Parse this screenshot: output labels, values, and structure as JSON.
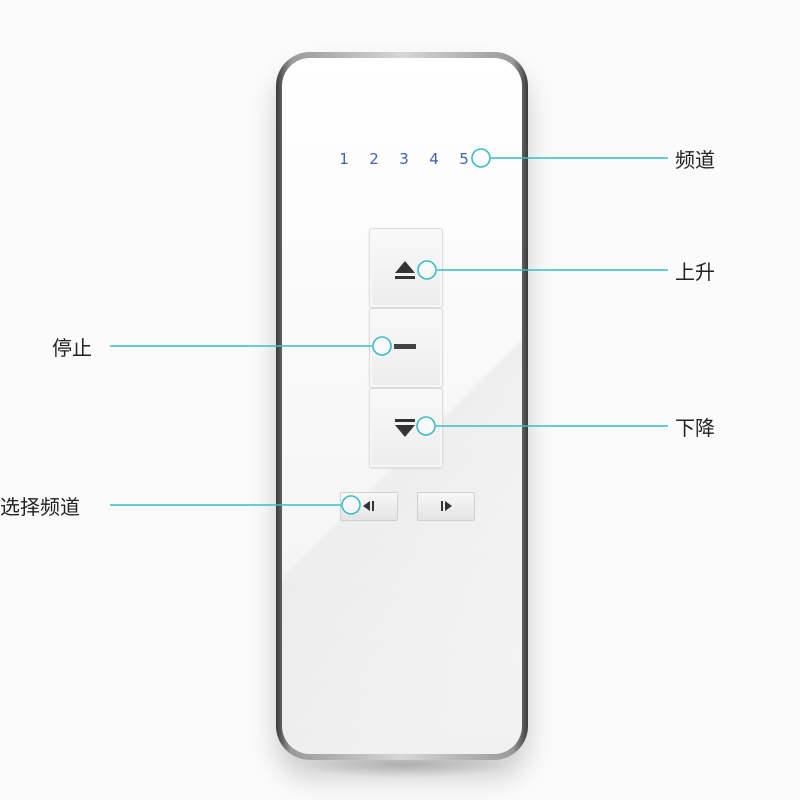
{
  "remote": {
    "channels": [
      "1",
      "2",
      "3",
      "4",
      "5"
    ],
    "buttons": {
      "up": "up-triangle-icon",
      "stop": "stop-bar-icon",
      "down": "down-triangle-icon",
      "prev": "prev-channel-icon",
      "next": "next-channel-icon"
    }
  },
  "callouts": {
    "channel": "频道",
    "up": "上升",
    "stop": "停止",
    "down": "下降",
    "select_channel": "选择频道"
  },
  "colors": {
    "callout_line": "#3bbcc6",
    "channel_digits": "#3c63b8"
  }
}
